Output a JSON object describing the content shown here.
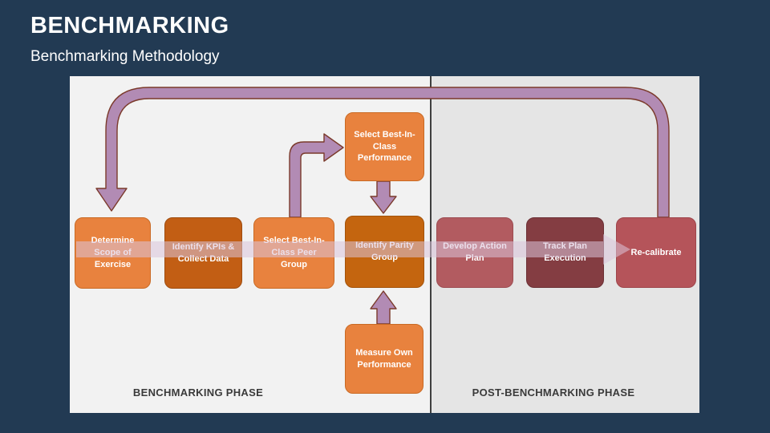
{
  "slide": {
    "title": "BENCHMARKING",
    "subtitle": "Benchmarking Methodology"
  },
  "diagram": {
    "phases": [
      {
        "label": "BENCHMARKING PHASE"
      },
      {
        "label": "POST-BENCHMARKING PHASE"
      }
    ],
    "main_flow": [
      {
        "label": "Determine Scope of Exercise",
        "phase": "benchmarking"
      },
      {
        "label": "Identify KPIs & Collect Data",
        "phase": "benchmarking"
      },
      {
        "label": "Select Best-In-Class Peer Group",
        "phase": "benchmarking"
      },
      {
        "label": "Identify Parity Group",
        "phase": "benchmarking"
      },
      {
        "label": "Develop Action Plan",
        "phase": "post-benchmarking"
      },
      {
        "label": "Track Plan Execution",
        "phase": "post-benchmarking"
      },
      {
        "label": "Re-calibrate",
        "phase": "post-benchmarking"
      }
    ],
    "aux_boxes": [
      {
        "label": "Select Best-In-Class Performance",
        "position": "above Identify Parity Group"
      },
      {
        "label": "Measure Own Performance",
        "position": "below Identify Parity Group"
      }
    ],
    "arrows": [
      {
        "name": "main-flow-arrow",
        "from": "Determine Scope of Exercise",
        "to": "Re-calibrate",
        "style": "translucent horizontal band"
      },
      {
        "name": "feedback-loop-arrow",
        "from": "Re-calibrate",
        "to": "Determine Scope of Exercise",
        "style": "solid loop over top"
      },
      {
        "name": "peer-group-elbow-arrow",
        "from": "Select Best-In-Class Peer Group",
        "to": "Select Best-In-Class Performance",
        "style": "solid elbow"
      },
      {
        "name": "performance-down-arrow",
        "from": "Select Best-In-Class Performance",
        "to": "Identify Parity Group",
        "style": "solid down"
      },
      {
        "name": "measure-up-arrow",
        "from": "Measure Own Performance",
        "to": "Identify Parity Group",
        "style": "solid up"
      }
    ],
    "colors": {
      "background": "#223A53",
      "title_text": "#FFFFFF",
      "panel_left_bg": "#F2F2F2",
      "panel_right_bg": "#E5E5E5",
      "divider": "#3F3F3F",
      "box_orange": "#E8823E",
      "box_rust": "#C25E14",
      "box_burnt_orange": "#C4650F",
      "box_rose": "#B25B60",
      "box_maroon": "#843D42",
      "box_recalibrate": "#B5545A",
      "arrow_fill": "#B28BB4",
      "arrow_outline": "#7B3A2B",
      "flow_band_fill": "rgba(219,197,218,0.55)",
      "phase_label_text": "#3A3A3A"
    }
  }
}
